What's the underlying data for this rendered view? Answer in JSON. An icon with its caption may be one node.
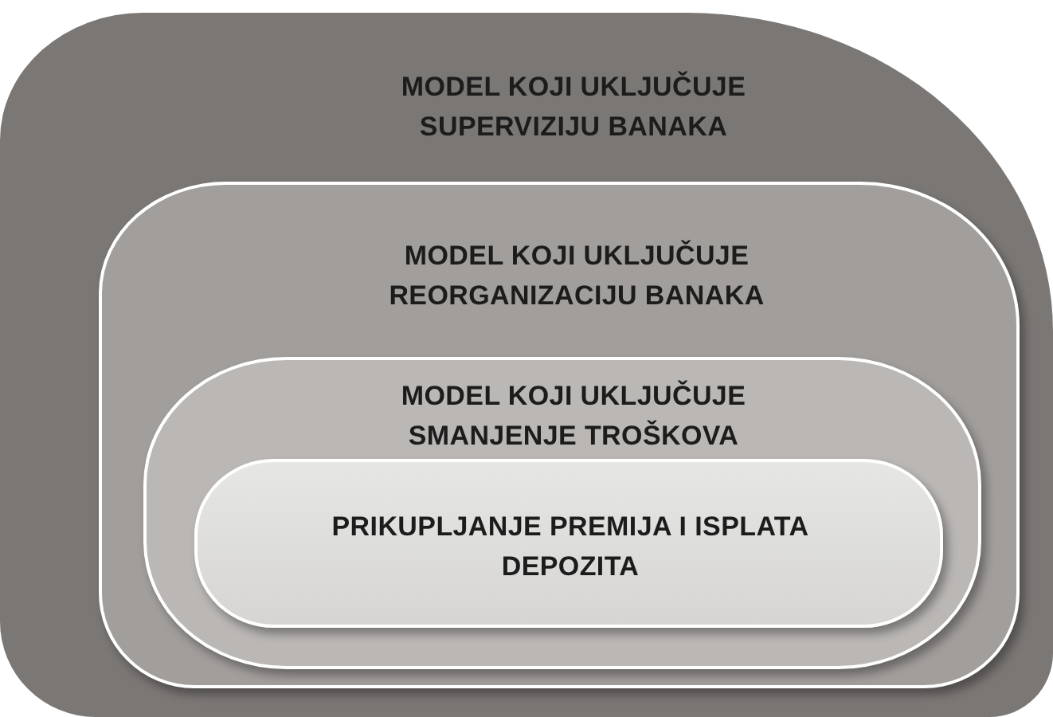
{
  "diagram": {
    "nodes": [
      {
        "text": [
          "MODEL KOJI UKLJUČUJE SUPERVIZIJU BANAKA"
        ]
      },
      {
        "text": [
          "MODEL KOJI UKLJUČUJE REORGANIZACIJU BANAKA"
        ],
        "in": 0
      },
      {
        "text": [
          "MODEL KOJI UKLJUČUJE SMANJENJE TROŠKOVA"
        ],
        "in": 1
      },
      {
        "text": [
          "PRIKUPLJANJE PREMIJA I ISPLATA DEPOZITA"
        ],
        "in": 2
      }
    ]
  }
}
